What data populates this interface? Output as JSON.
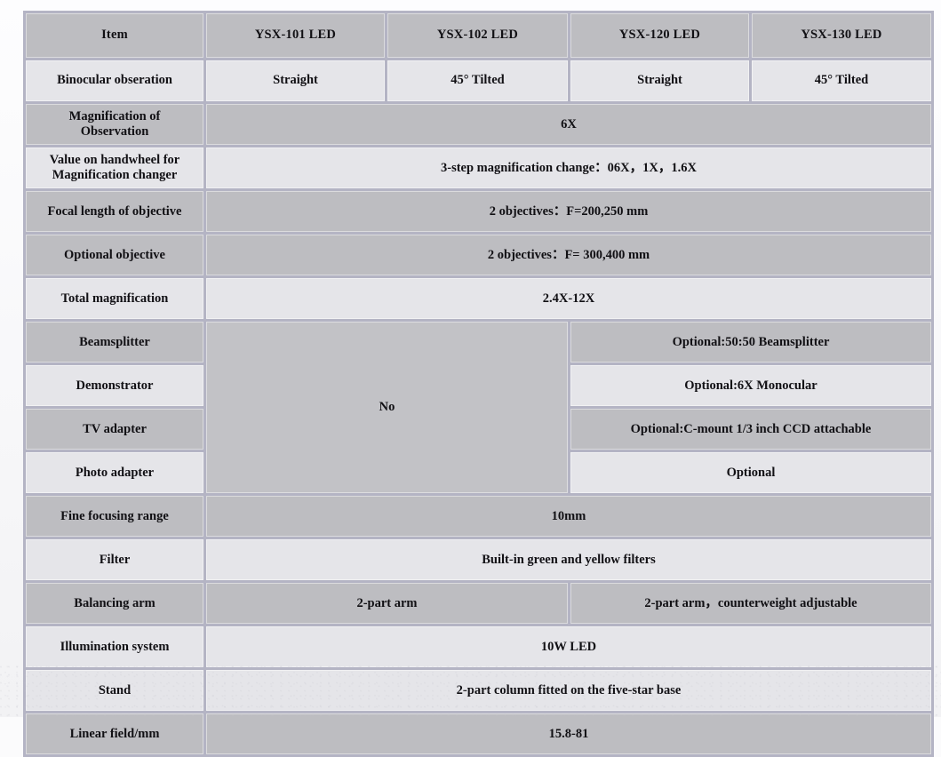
{
  "table": {
    "columns": [
      "Item",
      "YSX-101 LED",
      "YSX-102 LED",
      "YSX-120 LED",
      "YSX-130 LED"
    ],
    "rows": {
      "binocular": {
        "label": "Binocular obseration",
        "c1": "Straight",
        "c2": "45° Tilted",
        "c3": "Straight",
        "c4": "45° Tilted"
      },
      "magnification_observation": {
        "label": "Magnification of\nObservation",
        "value": "6X"
      },
      "handwheel_value": {
        "label": "Value on handwheel for\nMagnification changer",
        "value": "3-step magnification change：06X，1X，1.6X"
      },
      "focal_length": {
        "label": "Focal length of objective",
        "value": "2 objectives：F=200,250 mm"
      },
      "optional_objective": {
        "label": "Optional   objective",
        "value": "2 objectives：F= 300,400 mm"
      },
      "total_magnification": {
        "label": "Total magnification",
        "value": "2.4X-12X"
      },
      "beamsplitter": {
        "label": "Beamsplitter",
        "right": "Optional:50:50 Beamsplitter"
      },
      "demonstrator": {
        "label": "Demonstrator",
        "right": "Optional:6X Monocular"
      },
      "tv_adapter": {
        "label": "TV adapter",
        "right": "Optional:C-mount 1/3 inch CCD attachable"
      },
      "photo_adapter": {
        "label": "Photo adapter",
        "right": "Optional"
      },
      "no_block": {
        "value": "No"
      },
      "fine_focusing": {
        "label": "Fine focusing range",
        "value": "10mm"
      },
      "filter": {
        "label": "Filter",
        "value": "Built-in green and yellow filters"
      },
      "balancing_arm": {
        "label": "Balancing arm",
        "left": "2-part arm",
        "right": "2-part arm，counterweight adjustable"
      },
      "illumination": {
        "label": "Illumination system",
        "value": "10W LED"
      },
      "stand": {
        "label": "Stand",
        "value": "2-part column fitted on the five-star base"
      },
      "linear_field": {
        "label": "Linear field/mm",
        "value": "15.8-81"
      }
    }
  },
  "colors": {
    "band_gray": "#bdbdc1",
    "band_light": "#e5e5e9",
    "grid_line": "#b4b4c4",
    "page_background": "#fbfbfc",
    "text": "#111014"
  }
}
